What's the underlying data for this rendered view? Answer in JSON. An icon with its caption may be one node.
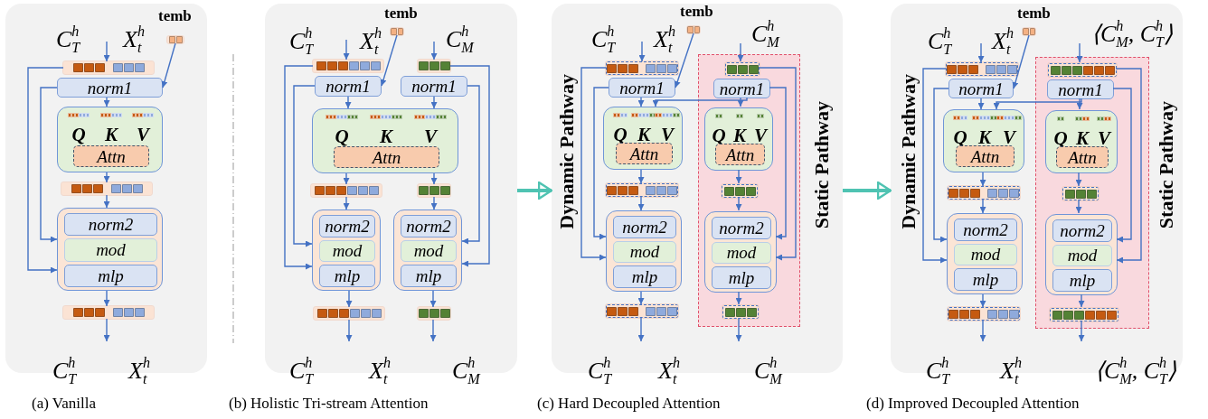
{
  "diagram": {
    "nodes": [
      {
        "text": [],
        "shape": "box",
        "beside": [
          "(a) Vanilla"
        ]
      },
      {
        "text": [],
        "shape": "bar",
        "in": 0,
        "beside": [
          "temb"
        ]
      },
      {
        "text": [],
        "shape": "bar",
        "in": 0
      },
      {
        "text": [
          "norm1"
        ],
        "in": 0
      },
      {
        "text": [
          "Q",
          "K",
          "V"
        ],
        "in": 0
      },
      {
        "text": [
          "Attn"
        ],
        "in": 4
      },
      {
        "text": [],
        "shape": "bar",
        "in": 0
      },
      {
        "text": [],
        "shape": "box",
        "in": 0
      },
      {
        "text": [
          "norm2"
        ],
        "in": 7
      },
      {
        "text": [
          "mod"
        ],
        "in": 7
      },
      {
        "text": [
          "mlp"
        ],
        "in": 7
      },
      {
        "text": [],
        "shape": "bar",
        "in": 0
      },
      {
        "text": [],
        "shape": "box",
        "beside": [
          "(b) Holistic Tri-stream Attention"
        ]
      },
      {
        "text": [],
        "shape": "bar",
        "in": 12,
        "beside": [
          "temb"
        ]
      },
      {
        "text": [],
        "shape": "bar",
        "in": 12
      },
      {
        "text": [],
        "shape": "bar",
        "in": 12
      },
      {
        "text": [
          "norm1"
        ],
        "in": 12
      },
      {
        "text": [
          "norm1"
        ],
        "in": 12
      },
      {
        "text": [
          "Q",
          "K",
          "V"
        ],
        "in": 12
      },
      {
        "text": [
          "Attn"
        ],
        "in": 18
      },
      {
        "text": [],
        "shape": "bar",
        "in": 12
      },
      {
        "text": [],
        "shape": "bar",
        "in": 12
      },
      {
        "text": [],
        "shape": "box",
        "in": 12
      },
      {
        "text": [
          "norm2"
        ],
        "in": 22
      },
      {
        "text": [
          "mod"
        ],
        "in": 22
      },
      {
        "text": [
          "mlp"
        ],
        "in": 22
      },
      {
        "text": [],
        "shape": "box",
        "in": 12
      },
      {
        "text": [
          "norm2"
        ],
        "in": 26
      },
      {
        "text": [
          "mod"
        ],
        "in": 26
      },
      {
        "text": [
          "mlp"
        ],
        "in": 26
      },
      {
        "text": [],
        "shape": "bar",
        "in": 12
      },
      {
        "text": [],
        "shape": "bar",
        "in": 12
      },
      {
        "text": [],
        "shape": "box",
        "beside": [
          "(c) Hard Decoupled Attention"
        ]
      },
      {
        "text": [],
        "shape": "bar",
        "in": 32,
        "beside": [
          "temb"
        ]
      },
      {
        "text": [],
        "shape": "bar",
        "in": 32
      },
      {
        "text": [
          "norm1"
        ],
        "in": 32
      },
      {
        "text": [
          "Q",
          "K",
          "V"
        ],
        "in": 32
      },
      {
        "text": [
          "Attn"
        ],
        "in": 36
      },
      {
        "text": [],
        "shape": "bar",
        "in": 32
      },
      {
        "text": [],
        "shape": "box",
        "in": 32
      },
      {
        "text": [
          "norm2"
        ],
        "in": 39
      },
      {
        "text": [
          "mod"
        ],
        "in": 39
      },
      {
        "text": [
          "mlp"
        ],
        "in": 39
      },
      {
        "text": [],
        "shape": "bar",
        "in": 32
      },
      {
        "text": [],
        "shape": "box",
        "in": 32
      },
      {
        "text": [],
        "shape": "bar",
        "in": 44
      },
      {
        "text": [
          "norm1"
        ],
        "in": 44
      },
      {
        "text": [
          "Q",
          "K",
          "V"
        ],
        "in": 44
      },
      {
        "text": [
          "Attn"
        ],
        "in": 47
      },
      {
        "text": [],
        "shape": "bar",
        "in": 44
      },
      {
        "text": [],
        "shape": "box",
        "in": 44
      },
      {
        "text": [
          "norm2"
        ],
        "in": 50
      },
      {
        "text": [
          "mod"
        ],
        "in": 50
      },
      {
        "text": [
          "mlp"
        ],
        "in": 50
      },
      {
        "text": [],
        "shape": "bar",
        "in": 44
      },
      {
        "text": [],
        "shape": "box",
        "beside": [
          "(d) Improved Decoupled Attention"
        ]
      },
      {
        "text": [],
        "shape": "bar",
        "in": 55,
        "beside": [
          "temb"
        ]
      },
      {
        "text": [],
        "shape": "bar",
        "in": 55
      },
      {
        "text": [
          "norm1"
        ],
        "in": 55
      },
      {
        "text": [
          "Q",
          "K",
          "V"
        ],
        "in": 55
      },
      {
        "text": [
          "Attn"
        ],
        "in": 59
      },
      {
        "text": [],
        "shape": "bar",
        "in": 55
      },
      {
        "text": [],
        "shape": "box",
        "in": 55
      },
      {
        "text": [
          "norm2"
        ],
        "in": 62
      },
      {
        "text": [
          "mod"
        ],
        "in": 62
      },
      {
        "text": [
          "mlp"
        ],
        "in": 62
      },
      {
        "text": [],
        "shape": "bar",
        "in": 55
      },
      {
        "text": [],
        "shape": "box",
        "in": 55
      },
      {
        "text": [],
        "shape": "bar",
        "in": 67
      },
      {
        "text": [
          "norm1"
        ],
        "in": 67
      },
      {
        "text": [
          "Q",
          "K",
          "V"
        ],
        "in": 67
      },
      {
        "text": [
          "Attn"
        ],
        "in": 70
      },
      {
        "text": [],
        "shape": "bar",
        "in": 67
      },
      {
        "text": [],
        "shape": "box",
        "in": 67
      },
      {
        "text": [
          "norm2"
        ],
        "in": 73
      },
      {
        "text": [
          "mod"
        ],
        "in": 73
      },
      {
        "text": [
          "mlp"
        ],
        "in": 73
      },
      {
        "text": [],
        "shape": "bar",
        "in": 67
      }
    ],
    "edges": [
      {
        "from": null,
        "to": 2,
        "arrow": "to"
      },
      {
        "from": 1,
        "to": 3,
        "arrow": "to"
      },
      {
        "from": 2,
        "to": 7,
        "arrow": "to"
      },
      {
        "from": 3,
        "to": 7,
        "arrow": "to"
      },
      {
        "from": 3,
        "to": 4,
        "arrow": "to"
      },
      {
        "from": 4,
        "to": 6,
        "arrow": "to"
      },
      {
        "from": 6,
        "to": 7,
        "arrow": "to"
      },
      {
        "from": 7,
        "to": 11,
        "arrow": "to"
      },
      {
        "from": 11,
        "to": null,
        "arrow": "to"
      },
      {
        "from": null,
        "to": 14,
        "arrow": "to"
      },
      {
        "from": null,
        "to": 15,
        "arrow": "to"
      },
      {
        "from": 13,
        "to": 16,
        "arrow": "to"
      },
      {
        "from": 14,
        "to": 22,
        "arrow": "to"
      },
      {
        "from": 16,
        "to": 22,
        "arrow": "to"
      },
      {
        "from": 15,
        "to": 26,
        "arrow": "to"
      },
      {
        "from": 17,
        "to": 26,
        "arrow": "to"
      },
      {
        "from": 16,
        "to": 18,
        "arrow": "to"
      },
      {
        "from": 17,
        "to": 18,
        "arrow": "to"
      },
      {
        "from": 18,
        "to": 20,
        "arrow": "to"
      },
      {
        "from": 18,
        "to": 21,
        "arrow": "to"
      },
      {
        "from": 20,
        "to": 22,
        "arrow": "to"
      },
      {
        "from": 21,
        "to": 26,
        "arrow": "to"
      },
      {
        "from": 22,
        "to": 30,
        "arrow": "to"
      },
      {
        "from": 26,
        "to": 31,
        "arrow": "to"
      },
      {
        "from": 30,
        "to": null,
        "arrow": "to"
      },
      {
        "from": 31,
        "to": null,
        "arrow": "to"
      },
      {
        "from": 12,
        "to": 32,
        "arrow": "to",
        "style": "thick",
        "color": "#4fc3b2"
      },
      {
        "from": null,
        "to": 34,
        "arrow": "to"
      },
      {
        "from": null,
        "to": 45,
        "arrow": "to"
      },
      {
        "from": 33,
        "to": 35,
        "arrow": "to"
      },
      {
        "from": 34,
        "to": 39,
        "arrow": "to"
      },
      {
        "from": 35,
        "to": 39,
        "arrow": "to"
      },
      {
        "from": 45,
        "to": 50,
        "arrow": "to"
      },
      {
        "from": 46,
        "to": 50,
        "arrow": "to"
      },
      {
        "from": 35,
        "to": 36,
        "arrow": "to"
      },
      {
        "from": 46,
        "to": 47,
        "arrow": "to"
      },
      {
        "from": 46,
        "to": 36,
        "arrow": "to"
      },
      {
        "from": 36,
        "to": 38,
        "arrow": "to"
      },
      {
        "from": 47,
        "to": 49,
        "arrow": "to"
      },
      {
        "from": 38,
        "to": 39,
        "arrow": "to"
      },
      {
        "from": 49,
        "to": 50,
        "arrow": "to"
      },
      {
        "from": 39,
        "to": 43,
        "arrow": "to"
      },
      {
        "from": 50,
        "to": 54,
        "arrow": "to"
      },
      {
        "from": 43,
        "to": null,
        "arrow": "to"
      },
      {
        "from": 54,
        "to": null,
        "arrow": "to"
      },
      {
        "from": 32,
        "to": 55,
        "arrow": "to",
        "style": "thick",
        "color": "#4fc3b2"
      },
      {
        "from": null,
        "to": 57,
        "arrow": "to"
      },
      {
        "from": null,
        "to": 68,
        "arrow": "to"
      },
      {
        "from": 56,
        "to": 58,
        "arrow": "to"
      },
      {
        "from": 57,
        "to": 62,
        "arrow": "to"
      },
      {
        "from": 58,
        "to": 62,
        "arrow": "to"
      },
      {
        "from": 68,
        "to": 73,
        "arrow": "to"
      },
      {
        "from": 69,
        "to": 73,
        "arrow": "to"
      },
      {
        "from": 58,
        "to": 59,
        "arrow": "to"
      },
      {
        "from": 69,
        "to": 70,
        "arrow": "to"
      },
      {
        "from": 69,
        "to": 59,
        "arrow": "to"
      },
      {
        "from": 59,
        "to": 61,
        "arrow": "to"
      },
      {
        "from": 70,
        "to": 72,
        "arrow": "to"
      },
      {
        "from": 61,
        "to": 62,
        "arrow": "to"
      },
      {
        "from": 72,
        "to": 73,
        "arrow": "to"
      },
      {
        "from": 62,
        "to": 66,
        "arrow": "to"
      },
      {
        "from": 73,
        "to": 77,
        "arrow": "to"
      },
      {
        "from": 66,
        "to": null,
        "arrow": "to"
      },
      {
        "from": 77,
        "to": null,
        "arrow": "to"
      }
    ],
    "labels": [
      "C$^{h}$$_{T}$",
      "X$^{h}$$_{t}$",
      "C$^{h}$$_{T}$",
      "X$^{h}$$_{t}$",
      "C$^{h}$$_{T}$",
      "X$^{h}$$_{t}$",
      "C$^{h}$$_{M}$",
      "C$^{h}$$_{T}$",
      "X$^{h}$$_{t}$",
      "C$^{h}$$_{M}$",
      "C$^{h}$$_{T}$",
      "X$^{h}$$_{t}$",
      "C$^{h}$$_{M}$",
      "Dynamic Pathway",
      "Static Pathway",
      "C$^{h}$$_{T}$",
      "X$^{h}$$_{t}$",
      "C$^{h}$$_{M}$",
      "C$^{h}$$_{T}$",
      "X$^{h}$$_{t}$",
      "⟨C$^{h}$$_{M}$, C$^{h}$$_{T}$⟩",
      "Dynamic Pathway",
      "Static Pathway",
      "C$^{h}$$_{T}$",
      "X$^{h}$$_{t}$",
      "⟨C$^{h}$$_{M}$, C$^{h}$$_{T}$⟩"
    ]
  }
}
